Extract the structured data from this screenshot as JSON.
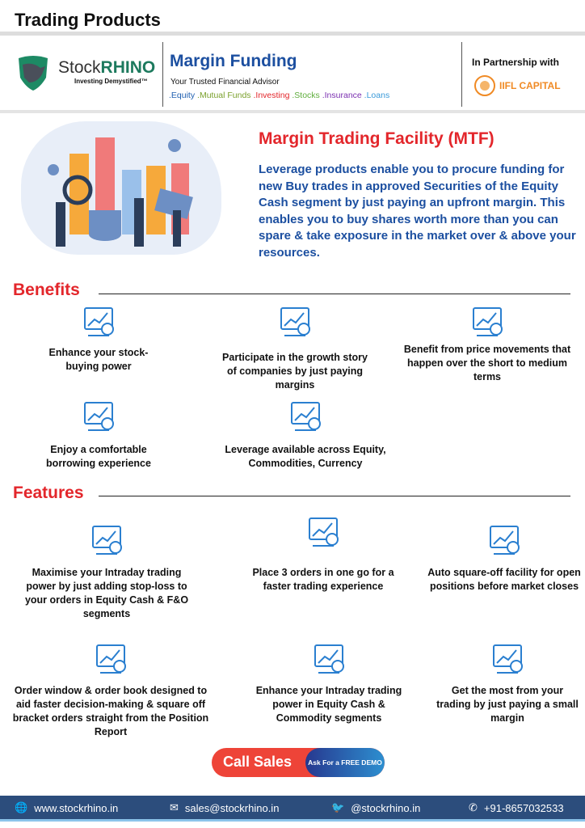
{
  "page_title": "Trading Products",
  "header": {
    "brand_prefix": "Stock",
    "brand_suffix": "RHINO",
    "brand_tagline": "Investing Demystified™",
    "title": "Margin Funding",
    "subtitle": "Your Trusted Financial Advisor",
    "tags": [
      {
        "text": ".Equity",
        "color": "#1f5fb0"
      },
      {
        "text": " .Mutual Funds",
        "color": "#7aa02c"
      },
      {
        "text": " .Investing",
        "color": "#e3262b"
      },
      {
        "text": " .Stocks",
        "color": "#5fae3c"
      },
      {
        "text": " .Insurance",
        "color": "#7a2fb0"
      },
      {
        "text": " .Loans",
        "color": "#3a9ad9"
      }
    ],
    "partner_label": "In Partnership with",
    "partner_name": "IIFL CAPITAL"
  },
  "hero": {
    "title": "Margin Trading Facility (MTF)",
    "text": "Leverage products enable you to procure funding for new Buy trades in approved Securities of the Equity Cash segment by just paying an upfront margin. This enables you to buy shares worth more than you can spare & take exposure in the market over & above your resources."
  },
  "benefits": {
    "title": "Benefits",
    "items": [
      {
        "text": "Enhance your stock-buying power",
        "icon": "hand-growth-icon"
      },
      {
        "text": "Participate in the growth story of companies by just paying margins",
        "icon": "chart-people-icon"
      },
      {
        "text": "Benefit from price movements that happen over the short to medium terms",
        "icon": "exchange-icon"
      },
      {
        "text": "Enjoy a comfortable borrowing experience",
        "icon": "person-briefcase-icon"
      },
      {
        "text": "Leverage available across Equity, Commodities, Currency",
        "icon": "scale-icon"
      }
    ]
  },
  "features": {
    "title": "Features",
    "items": [
      {
        "text": "Maximise your Intraday trading power by just adding stop-loss to your orders in Equity Cash & F&O segments",
        "icon": "monitor-chart-icon"
      },
      {
        "text": "Place 3 orders in one go for a faster trading experience",
        "icon": "exchange-icon"
      },
      {
        "text": "Auto square-off facility for open positions before market closes",
        "icon": "warehouse-icon"
      },
      {
        "text": "Order window & order book designed to aid faster decision-making & square off bracket orders straight from the Position Report",
        "icon": "document-download-icon"
      },
      {
        "text": "Enhance your Intraday trading power in Equity Cash & Commodity segments",
        "icon": "monitor-coin-icon"
      },
      {
        "text": "Get the most from your trading by just paying a small margin",
        "icon": "chart-down-icon"
      }
    ]
  },
  "cta": {
    "call": "Call Sales",
    "demo": "Ask For a FREE DEMO"
  },
  "footer": {
    "website": "www.stockrhino.in",
    "email": "sales@stockrhino.in",
    "twitter": "@stockrhino.in",
    "phone": "+91-8657032533"
  }
}
